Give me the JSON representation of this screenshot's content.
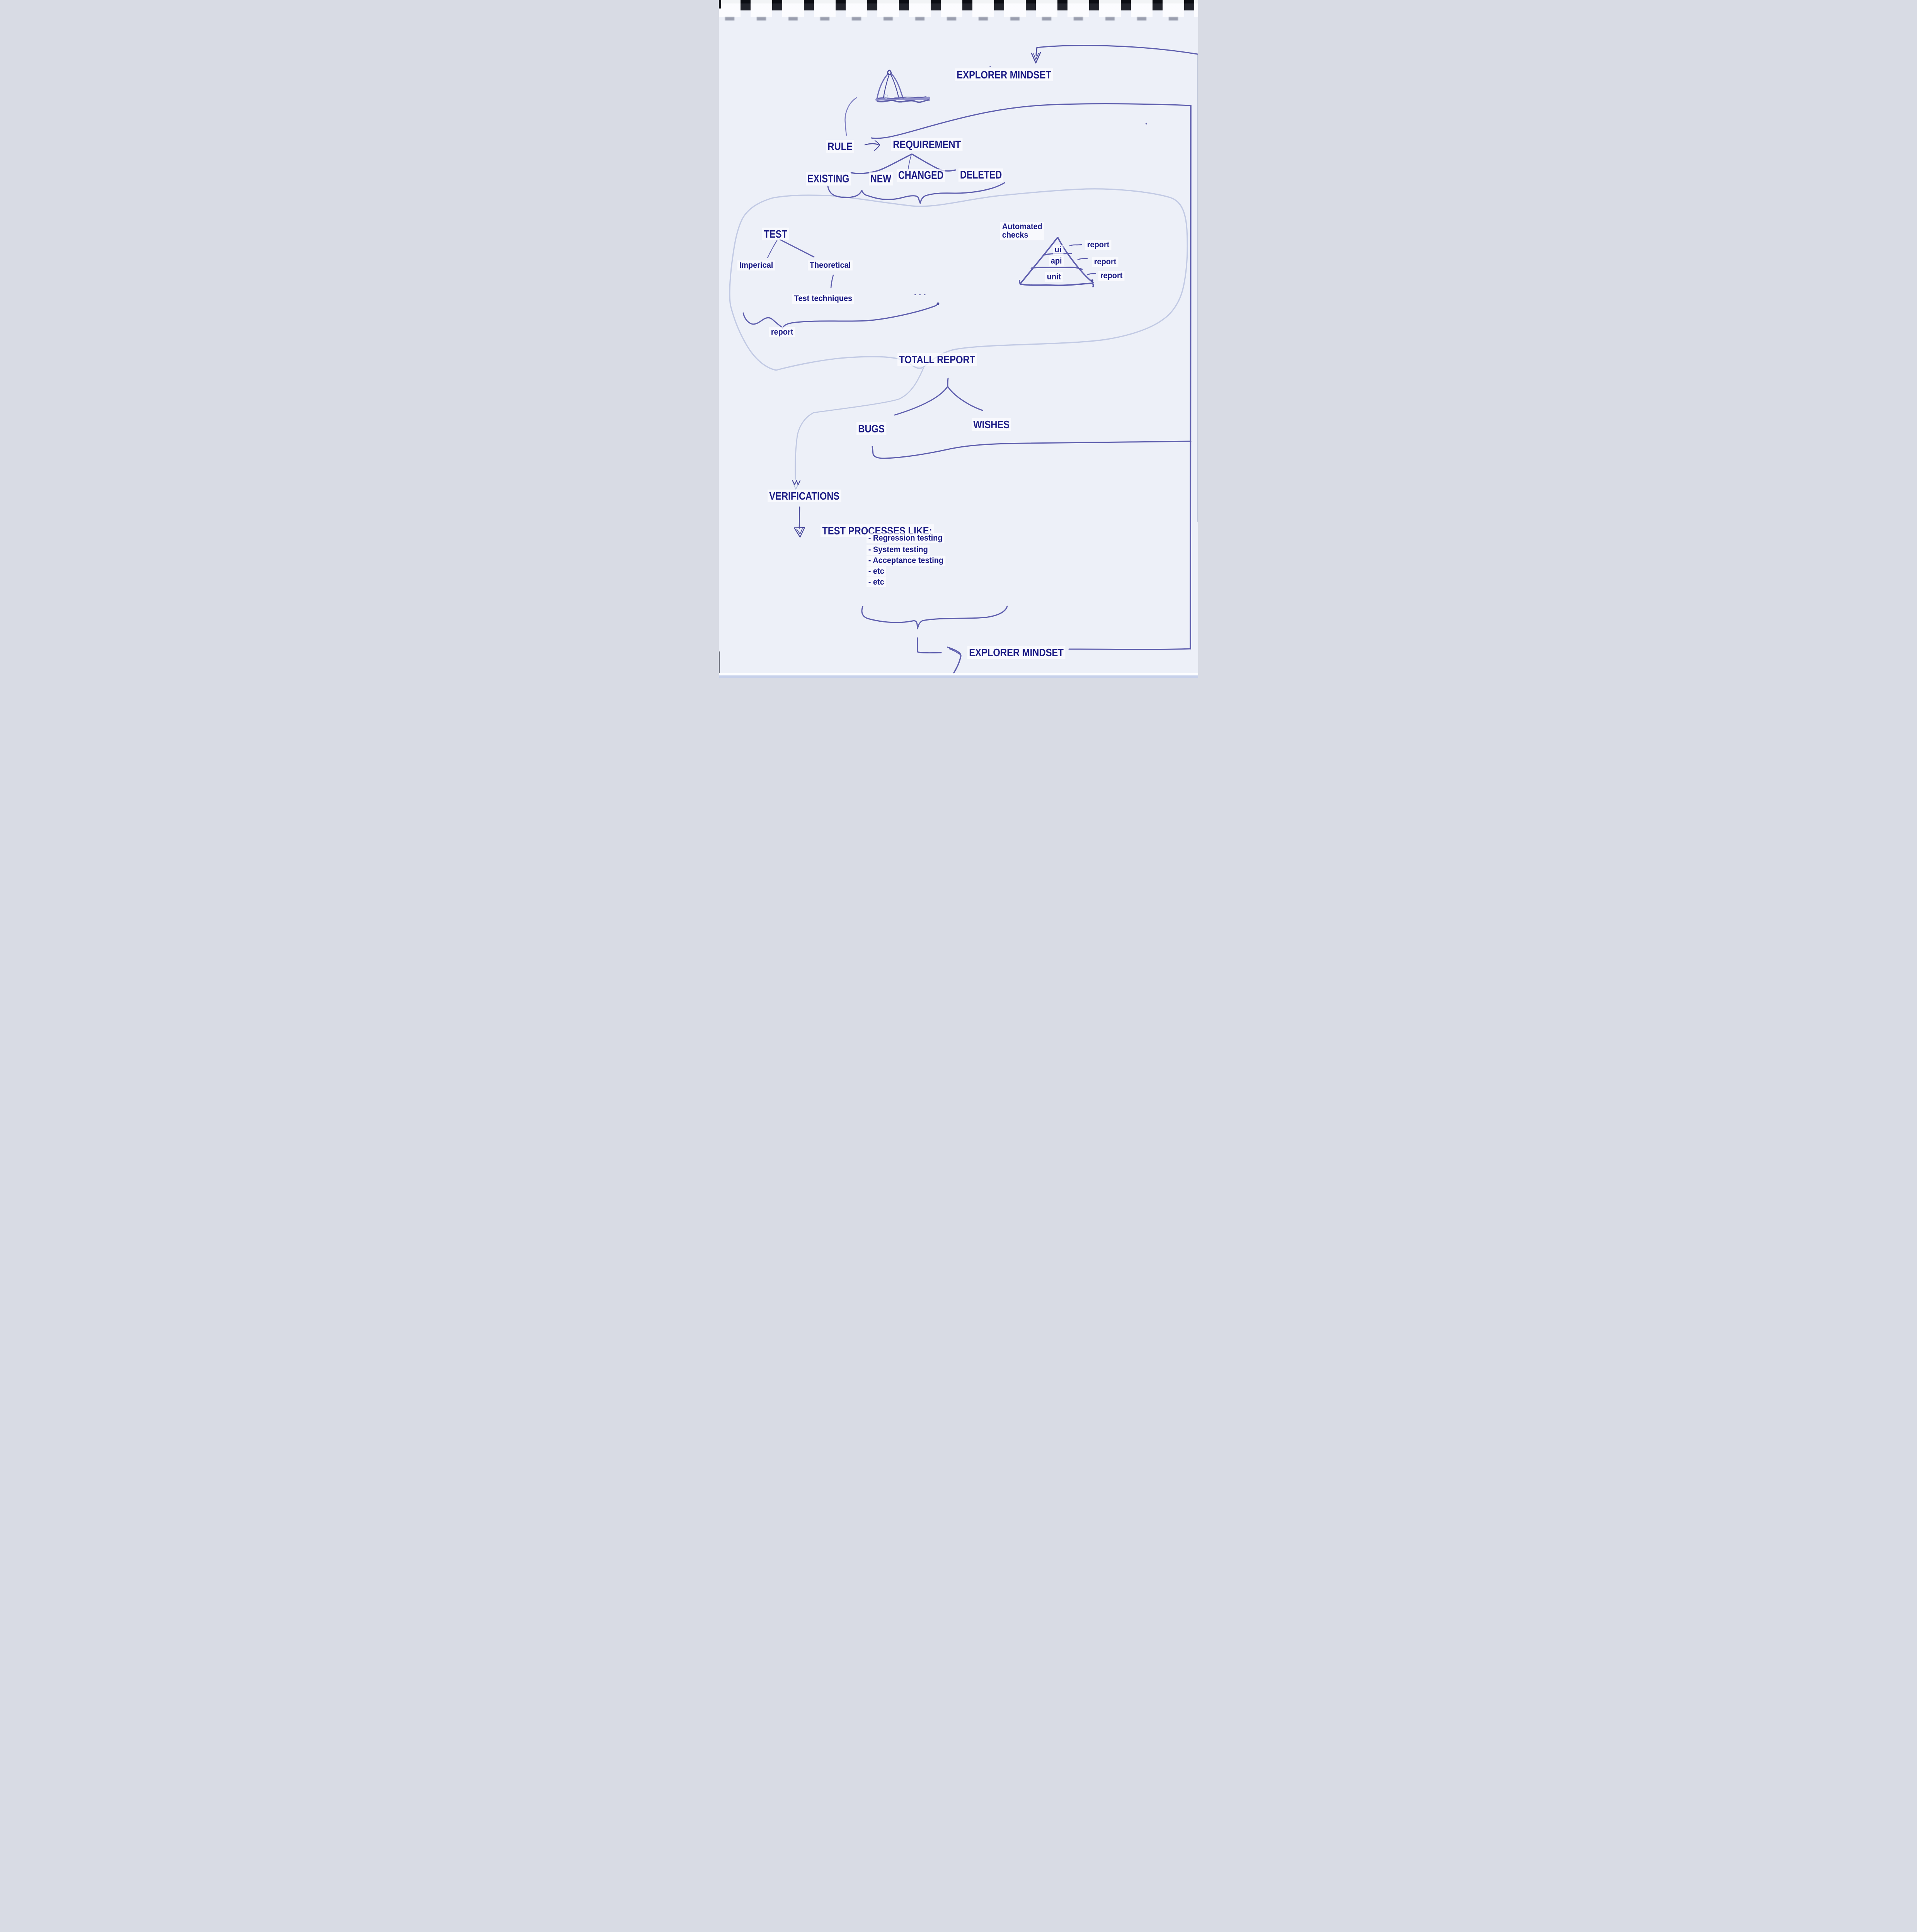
{
  "page": {
    "kind": "scanned notebook sketch",
    "description": "Hand-drawn exploratory-testing flow diagram on a spiral notepad page"
  },
  "colors": {
    "paper": "#edf0f8",
    "ink": "#5e5eae",
    "ink_dark": "#4a4a9c",
    "pencil": "#b7c1de",
    "label_text": "#1b1b85",
    "binding": "#0b0d13",
    "bottom_band": "#c7d1ea"
  },
  "drawings": [
    "explorer-hat-icon",
    "exploration-cloud-outline",
    "test-pyramid",
    "flow-arrows",
    "under-braces"
  ],
  "nodes": {
    "explorer_top": "EXPLORER MINDSET",
    "rule": "RULE",
    "requirement": "REQUIREMENT",
    "existing": "EXISTING",
    "new": "NEW",
    "changed": "CHANGED",
    "deleted": "DELETED",
    "test": "TEST",
    "imperical": "Imperical",
    "theoretical": "Theoretical",
    "test_techniques": "Test techniques",
    "ellipsis": "...",
    "report_left": "report",
    "automated_checks": "Automated\nchecks",
    "totall_report": "TOTALL REPORT",
    "bugs": "BUGS",
    "wishes": "WISHES",
    "verifications": "VERIFICATIONS",
    "test_processes": "TEST PROCESSES LIKE:",
    "explorer_bottom": "EXPLORER MINDSET"
  },
  "pyramid": {
    "title": "Automated checks",
    "levels": [
      {
        "label": "ui",
        "report": "report"
      },
      {
        "label": "api",
        "report": "report"
      },
      {
        "label": "unit",
        "report": "report"
      }
    ]
  },
  "process_list": {
    "items": [
      "- Regression testing",
      "- System testing",
      "- Acceptance testing",
      "- etc",
      "- etc"
    ]
  }
}
